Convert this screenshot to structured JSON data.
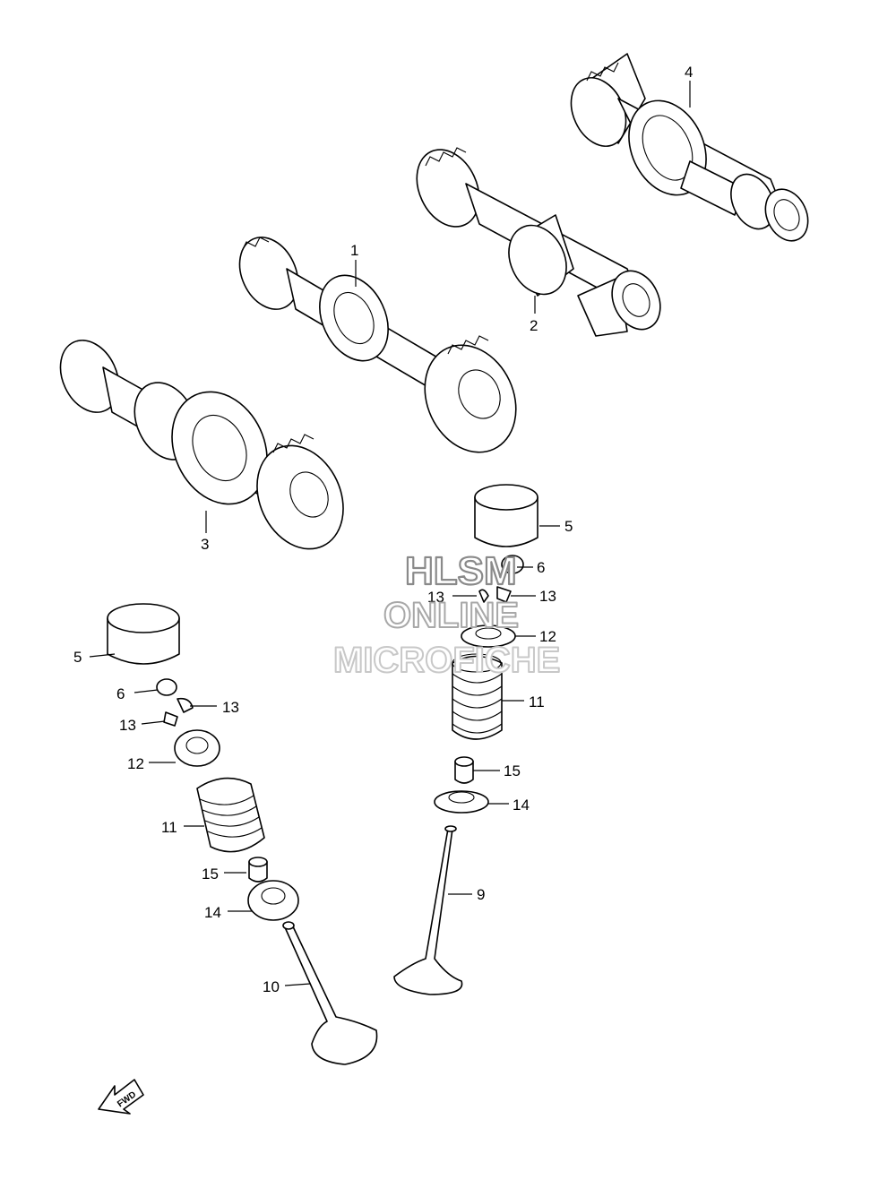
{
  "watermark": {
    "line1": "HLSM",
    "line2": "ONLINE",
    "line3": "MICROFICHE"
  },
  "labels": {
    "l1": "1",
    "l2": "2",
    "l3": "3",
    "l4": "4",
    "l5a": "5",
    "l5b": "5",
    "l6a": "6",
    "l6b": "6",
    "l9": "9",
    "l10": "10",
    "l11a": "11",
    "l11b": "11",
    "l12a": "12",
    "l12b": "12",
    "l13a": "13",
    "l13b": "13",
    "l13c": "13",
    "l13d": "13",
    "l14a": "14",
    "l14b": "14",
    "l15a": "15",
    "l15b": "15"
  },
  "fwd_arrow": {
    "text": "FWD"
  }
}
